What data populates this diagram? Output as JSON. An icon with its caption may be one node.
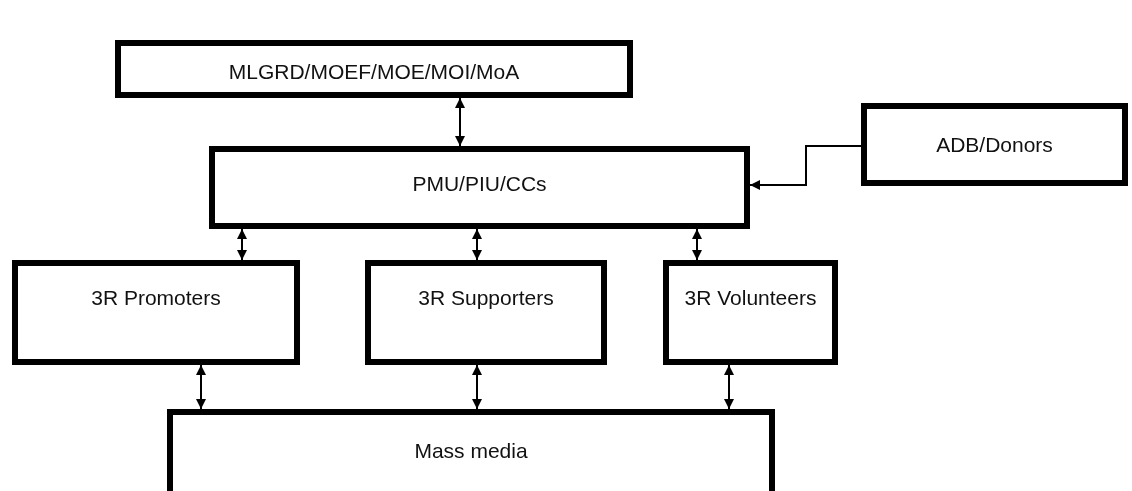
{
  "diagram": {
    "nodes": [
      {
        "text": [
          "MLGRD/MOEF/MOE/MOI/MoA"
        ]
      },
      {
        "text": [
          "PMU/PIU/CCs"
        ]
      },
      {
        "text": [
          "ADB/Donors"
        ]
      },
      {
        "text": [
          "3R Promoters"
        ]
      },
      {
        "text": [
          "3R Supporters"
        ]
      },
      {
        "text": [
          "3R Volunteers"
        ]
      },
      {
        "text": [
          "Mass media"
        ]
      }
    ],
    "edges": [
      {
        "from": 0,
        "to": 1,
        "arrow": "both"
      },
      {
        "from": 2,
        "to": 1,
        "arrow": "to"
      },
      {
        "from": 1,
        "to": 3,
        "arrow": "both"
      },
      {
        "from": 1,
        "to": 4,
        "arrow": "both"
      },
      {
        "from": 1,
        "to": 5,
        "arrow": "both"
      },
      {
        "from": 3,
        "to": 6,
        "arrow": "both"
      },
      {
        "from": 4,
        "to": 6,
        "arrow": "both"
      },
      {
        "from": 5,
        "to": 6,
        "arrow": "both"
      }
    ]
  }
}
